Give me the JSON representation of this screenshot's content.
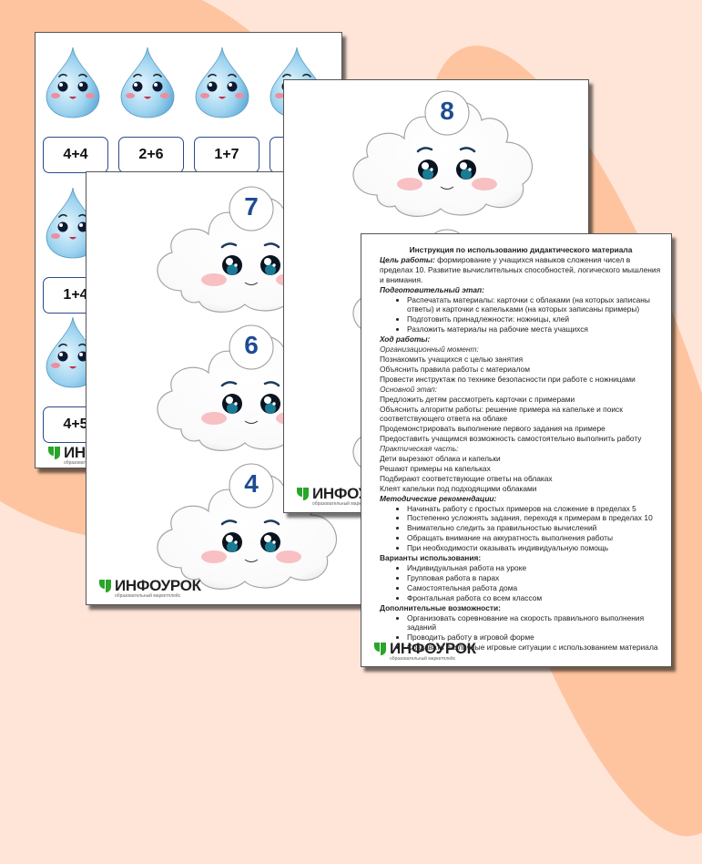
{
  "colors": {
    "background": "#fee5d8",
    "blob": "#fec4a0",
    "number_blue": "#1f4b93",
    "card_border": "#2a4b8c",
    "logo_green": "#2aa52a"
  },
  "brand": {
    "name": "ИНФОУРОК",
    "tagline": "образовательный маркетплейс"
  },
  "droplet_sheet": {
    "cards": [
      "4+4",
      "2+6",
      "1+7",
      "",
      "1+4",
      "4+5"
    ]
  },
  "cloud_sheet_front": {
    "numbers": [
      "7",
      "6",
      "4"
    ]
  },
  "cloud_sheet_back": {
    "numbers": [
      "8"
    ]
  },
  "instructions": {
    "title": "Инструкция по использованию дидактического материала",
    "goal_label": "Цель работы:",
    "goal_text": " формирование у учащихся навыков сложения чисел в пределах 10. Развитие вычислительных способностей, логического мышления и внимания.",
    "prep_label": "Подготовительный этап:",
    "prep_items": [
      "Распечатать материалы: карточки с облаками (на которых записаны ответы) и карточки с капельками (на которых записаны примеры)",
      "Подготовить принадлежности: ножницы, клей",
      "Разложить материалы на рабочие места учащихся"
    ],
    "process_label": "Ход работы:",
    "org_label": "Организационный момент:",
    "org_lines": [
      "Познакомить учащихся с целью занятия",
      "Объяснить правила работы с материалом",
      "Провести инструктаж по технике безопасности при работе с ножницами"
    ],
    "main_label": "Основной этап:",
    "main_lines": [
      "Предложить детям рассмотреть карточки с примерами",
      "Объяснить алгоритм работы: решение примера на капельке и поиск соответствующего ответа на облаке",
      "Продемонстрировать выполнение первого задания на примере",
      "Предоставить учащимся возможность самостоятельно выполнить работу"
    ],
    "practice_label": "Практическая часть:",
    "practice_lines": [
      "Дети вырезают облака и капельки",
      "Решают примеры на капельках",
      "Подбирают соответствующие ответы на облаках",
      "Клеят капельки под подходящими облаками"
    ],
    "method_label": "Методические рекомендации:",
    "method_items": [
      "Начинать работу с простых примеров на сложение в пределах 5",
      "Постепенно усложнять задания, переходя к примерам в пределах 10",
      "Внимательно следить за правильностью вычислений",
      "Обращать внимание на аккуратность выполнения работы",
      "При необходимости оказывать индивидуальную помощь"
    ],
    "variants_label": "Варианты использования:",
    "variants_items": [
      "Индивидуальная работа на уроке",
      "Групповая работа в парах",
      "Самостоятельная работа дома",
      "Фронтальная работа со всем классом"
    ],
    "extra_label": "Дополнительные возможности:",
    "extra_items": [
      "Организовать соревнование на скорость правильного выполнения заданий",
      "Проводить работу в игровой форме",
      "Создавать различные игровые ситуации с использованием материала"
    ]
  }
}
